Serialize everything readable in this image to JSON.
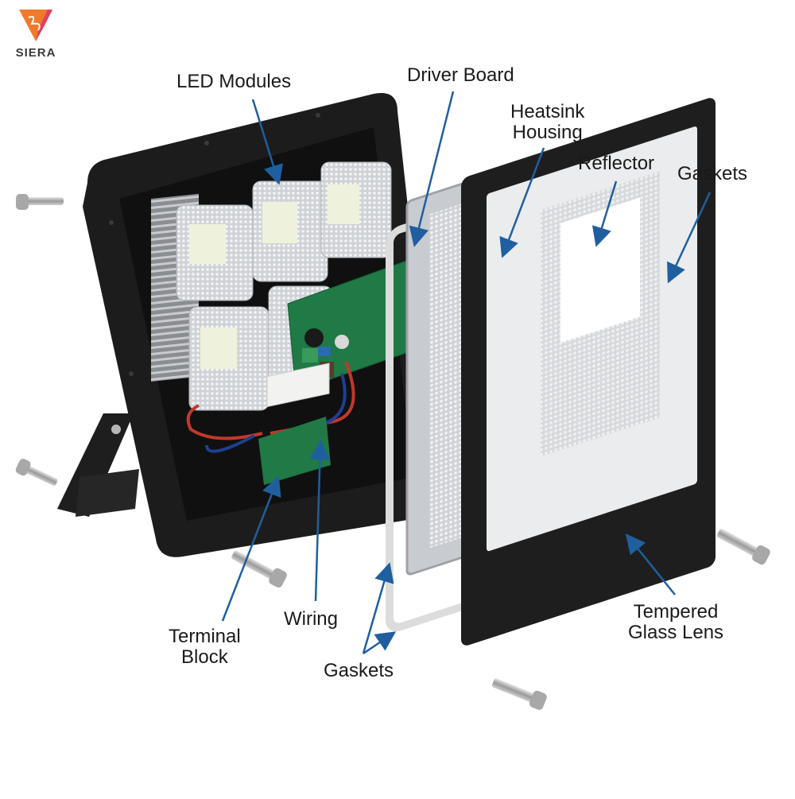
{
  "logo": {
    "brand": "SIERA",
    "colors": {
      "primary": "#f07a2a",
      "secondary": "#e0405a"
    }
  },
  "diagram": {
    "title": "LED Flood Light Exploded View",
    "arrow_color": "#1f5fa0",
    "labels": {
      "led_modules": "LED Modules",
      "driver_board": "Driver Board",
      "heatsink_line1": "Heatsink",
      "heatsink_line2": "Housing",
      "reflector": "Reflector",
      "gaskets_top": "Gaskets",
      "terminal_line1": "Terminal",
      "terminal_line2": "Block",
      "wiring": "Wiring",
      "gaskets_bottom": "Gaskets",
      "lens_line1": "Tempered",
      "lens_line2": "Glass Lens"
    },
    "components": [
      "screw",
      "heatsink-housing",
      "mounting-bracket",
      "led-module",
      "driver-board",
      "terminal-block",
      "wiring",
      "gasket",
      "reflector",
      "tempered-glass-lens"
    ]
  }
}
